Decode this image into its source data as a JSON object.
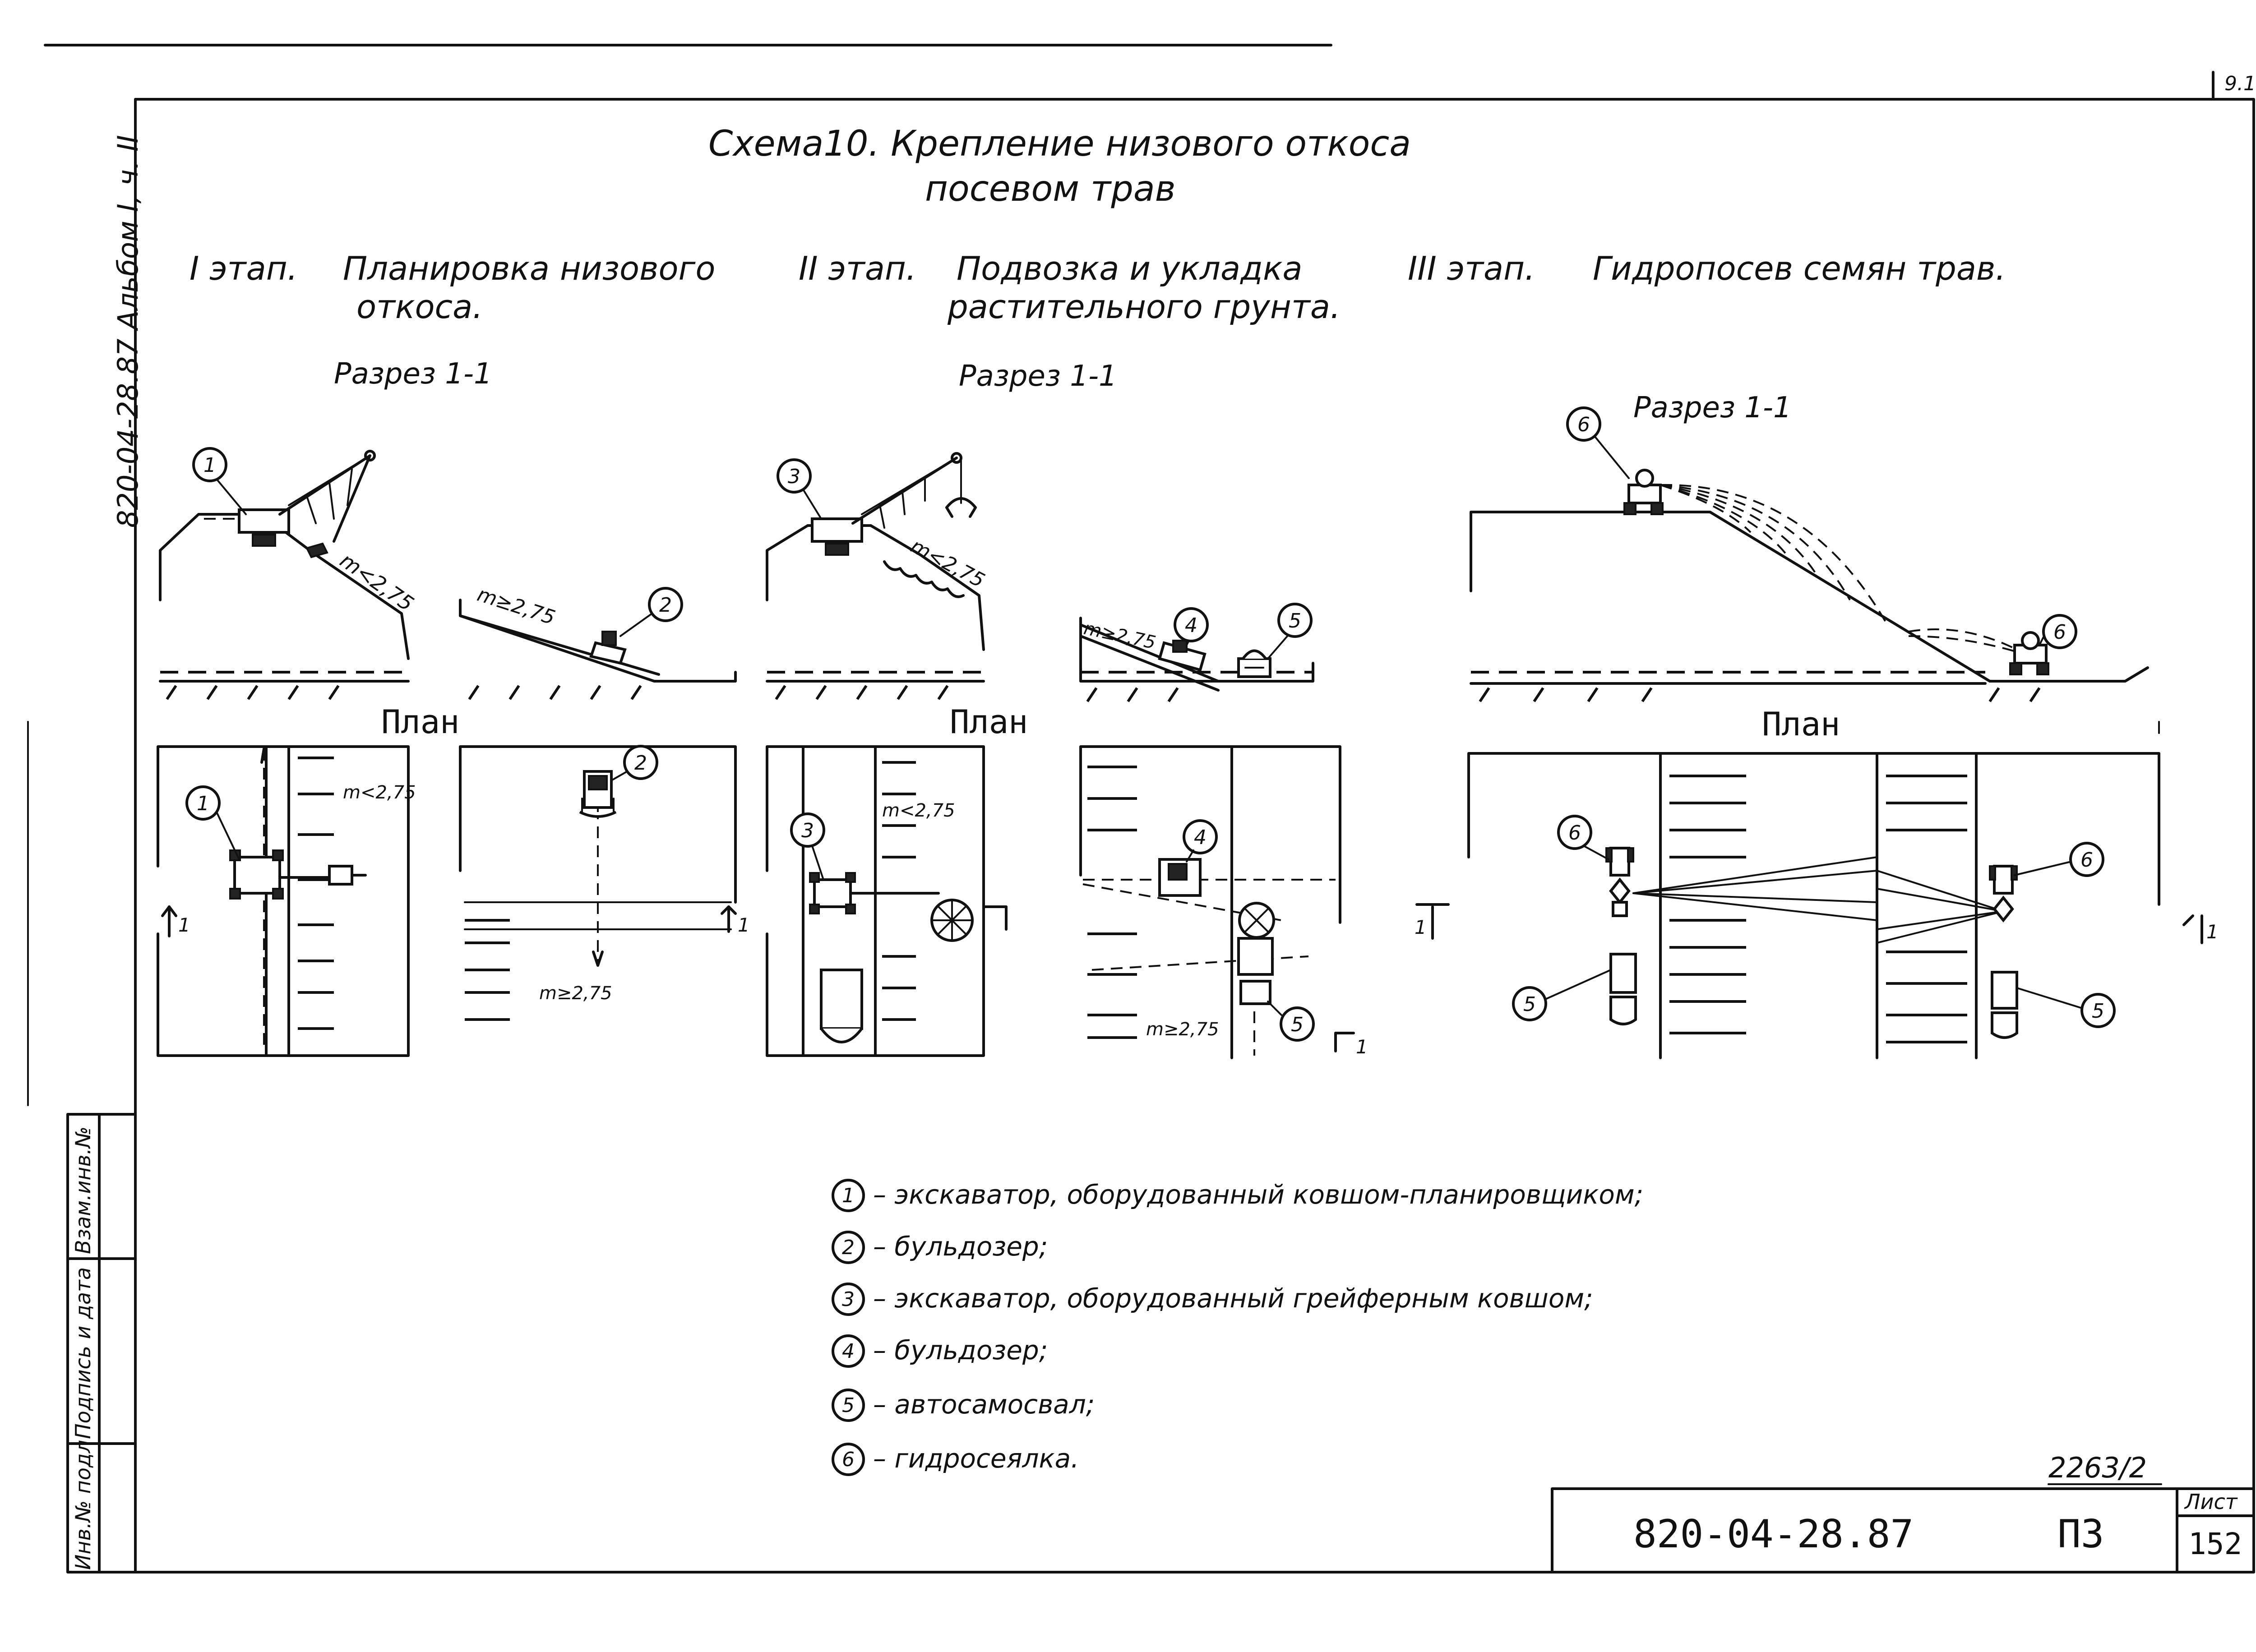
{
  "header": {
    "title_line1": "Схема10. Крепление низового откоса",
    "title_line2": "посевом трав",
    "sheet_marker": "9.1"
  },
  "side": {
    "album_ref": "820-04-28.87 Альбом I, ч. II",
    "stamp_cells": [
      "Взам.инв.№",
      "Подпись и дата",
      "Инв.№ подл"
    ]
  },
  "stages": [
    {
      "num": "I этап.",
      "name_line1": "Планировка низового",
      "name_line2": "откоса.",
      "section_label": "Разрез 1-1",
      "plan_label": "План"
    },
    {
      "num": "II этап.",
      "name_line1": "Подвозка и укладка",
      "name_line2": "растительного грунта.",
      "section_label": "Разрез 1-1",
      "plan_label": "План"
    },
    {
      "num": "III этап.",
      "name_line1": "Гидропосев семян трав.",
      "name_line2": "",
      "section_label": "Разрез 1-1",
      "plan_label": "План"
    }
  ],
  "annotations": {
    "slope_lt": "m<2,75",
    "slope_ge": "m≥2,75",
    "slope_lt_plan": "m<2,75",
    "slope_ge_plan": "m≥2,75",
    "section_mark": "1",
    "markers": [
      "1",
      "2",
      "3",
      "4",
      "5",
      "6"
    ]
  },
  "legend": [
    {
      "num": "1",
      "text": "– экскаватор, оборудованный ковшом-планировщиком;"
    },
    {
      "num": "2",
      "text": "– бульдозер;"
    },
    {
      "num": "3",
      "text": "– экскаватор, оборудованный грейферным ковшом;"
    },
    {
      "num": "4",
      "text": "– бульдозер;"
    },
    {
      "num": "5",
      "text": "– автосамосвал;"
    },
    {
      "num": "6",
      "text": "– гидросеялка."
    }
  ],
  "title_block": {
    "handwritten_number": "2263/2",
    "doc_code": "820-04-28.87",
    "section_code": "ПЗ",
    "sheet_label": "Лист",
    "sheet_number": "152"
  }
}
